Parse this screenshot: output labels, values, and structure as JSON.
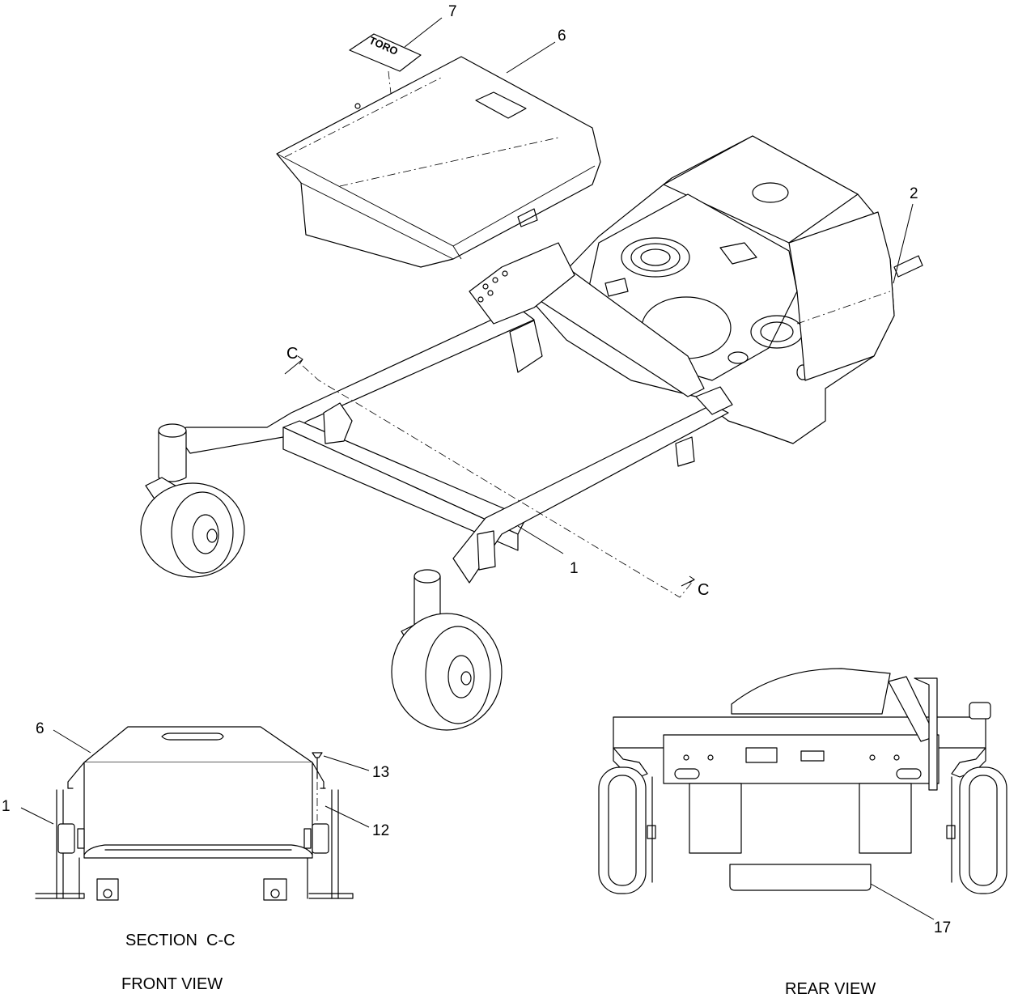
{
  "callouts": {
    "c1": "1",
    "c2": "2",
    "c6": "6",
    "c7": "7",
    "c6b": "6",
    "c1b": "1",
    "c13": "13",
    "c12": "12",
    "c17": "17"
  },
  "section_markers": {
    "c_top": "C",
    "c_bottom": "C"
  },
  "logo_text": "TORO",
  "captions": {
    "section": "SECTION  C-C",
    "front_view": "FRONT VIEW",
    "rear_view": "REAR VIEW"
  }
}
